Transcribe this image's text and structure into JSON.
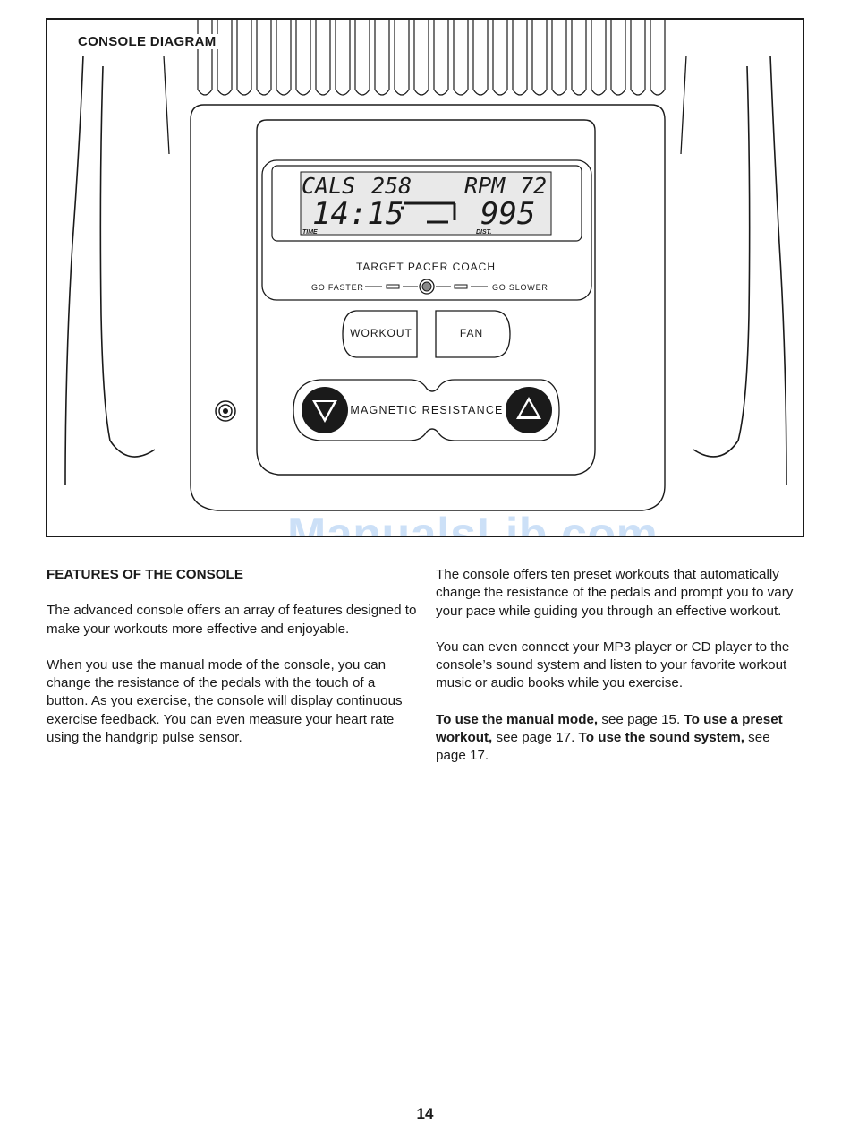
{
  "diagram": {
    "title": "CONSOLE DIAGRAM",
    "display": {
      "cals_label": "CALS",
      "cals_value": "258",
      "rpm_label": "RPM",
      "rpm_value": "72",
      "time_value": "14:15",
      "dist_value": "995",
      "time_label": "TIME",
      "dist_label": "DIST."
    },
    "pacer": {
      "title": "TARGET PACER COACH",
      "go_faster": "GO FASTER",
      "go_slower": "GO SLOWER"
    },
    "buttons": {
      "workout": "WORKOUT",
      "fan": "FAN"
    },
    "resistance_label": "MAGNETIC RESISTANCE"
  },
  "watermark": "ManualsLib.com",
  "left_column": {
    "heading": "FEATURES OF THE CONSOLE",
    "para1": "The advanced console offers an array of features designed to make your workouts more effective and enjoyable.",
    "para2": "When you use the manual mode of the console, you can change the resistance of the pedals with the touch of a button. As you exercise, the console will display continuous exercise feedback. You can even measure your heart rate using the handgrip pulse sensor."
  },
  "right_column": {
    "para1": "The console offers ten preset workouts that automatically change the resistance of the pedals and prompt you to vary your pace while guiding you through an effective workout.",
    "para2": "You can even connect your MP3 player or CD player to the console’s sound system and listen to your favorite workout music or audio books while you exercise.",
    "para3_bold1": "To use the manual mode,",
    "para3_text1": " see page 15. ",
    "para3_bold2": "To use a preset workout,",
    "para3_text2": " see page 17. ",
    "para3_bold3": "To use the sound system,",
    "para3_text3": " see page 17."
  },
  "page_number": "14"
}
